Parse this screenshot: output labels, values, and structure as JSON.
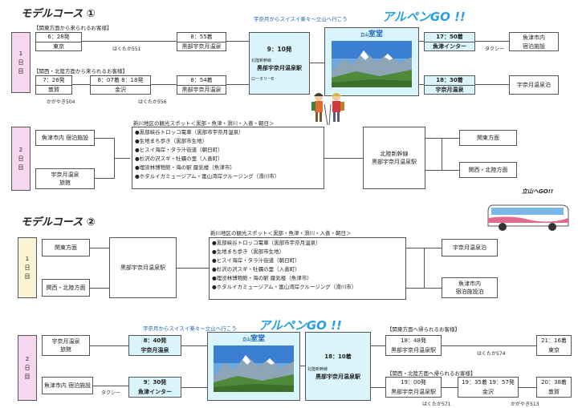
{
  "course1": {
    "title": "モデルコース ①",
    "alpen_lead": "宇奈月からスイスイ楽々〜立山へ行こう",
    "alpen_go": "アルペンGO !!",
    "day1": {
      "d1": "1",
      "d2": "日",
      "d3": "目"
    },
    "kanto_header": "【関東方面から来られるお客様】",
    "kanto_start_time": "6：28発",
    "kanto_start_place": "東京",
    "kanto_train": "はくたか551",
    "kanto_arr_time": "8：55着",
    "kanto_arr_place": "黒部宇奈月温泉",
    "kansai_header": "【関西・北陸方面から来られるお客様】",
    "kansai_start_time": "7：26発",
    "kansai_start_place": "敦賀",
    "kansai_mid_time": "8：07着 8：18発",
    "kansai_mid_place": "金沢",
    "kansai_train1": "かがやき504",
    "kansai_train2": "はくたか556",
    "kansai_arr_time": "8：54着",
    "kansai_arr_place": "黒部宇奈月温泉",
    "dep_time": "9：10発",
    "dep_small": "北陸新幹線",
    "dep_place": "黒部宇奈月温泉駅",
    "dep_note": "ロータリーE",
    "murodo_small": "立山",
    "murodo": "室堂",
    "arr1_time": "17：50着",
    "arr1_place": "魚津インター",
    "taxi": "タクシー",
    "dest1_a": "魚津市内",
    "dest1_b": "宿泊施設",
    "arr2_time": "18：30着",
    "arr2_place": "宇奈月温泉",
    "dest2": "宇奈月温泉泊",
    "day2": {
      "d1": "2",
      "d2": "日",
      "d3": "目"
    },
    "day2_from1": "魚津市内 宿泊施設",
    "day2_from2_a": "宇奈月温泉",
    "day2_from2_b": "旅館",
    "spots_header": "新川地区の観光スポット＜黒部・魚津・滑川・入善・朝日＞",
    "spots": [
      "●黒部峡谷トロッコ電車（黒部市宇奈月温泉）",
      "●生地まち歩き（黒部市生地）",
      "●ヒスイ海岸・タラ汁街道（朝日町）",
      "●杉沢の沢スギ・牡蠣の里（入善町）",
      "●埋没林博物館・海の駅 蜃気楼（魚津市）",
      "●ホタルイカミュージアム・富山湾岸クルージング（滑川市）"
    ],
    "station_a": "北陸新幹線",
    "station_b": "黒部宇奈月温泉駅",
    "to_kanto": "関東方面",
    "to_kansai": "関西・北陸方面"
  },
  "bus_banner": "立山へGO!!",
  "course2": {
    "title": "モデルコース ②",
    "day1": {
      "d1": "1",
      "d2": "日",
      "d3": "目"
    },
    "from_kanto": "関東方面",
    "from_kansai": "関西・北陸方面",
    "station": "黒部宇奈月温泉駅",
    "spots_header": "新川地区の観光スポット＜黒部・魚津・滑川・入善・朝日＞",
    "spots": [
      "●黒部峡谷トロッコ電車（黒部市宇奈月温泉）",
      "●生地まち歩き（黒部市生地）",
      "●ヒスイ海岸・タラ汁街道（朝日町）",
      "●杉沢の沢スギ・牡蠣の里（入善町）",
      "●埋没林博物館・海の駅 蜃気楼（魚津市）",
      "●ホタルイカミュージアム・富山湾岸クルージング（滑川市）"
    ],
    "stay1": "宇奈月温泉泊",
    "stay2_a": "魚津市内",
    "stay2_b": "宿泊施設泊",
    "alpen_lead": "宇奈月からスイスイ楽々〜立山へ行こう",
    "alpen_go": "アルペンGO !!",
    "day2": {
      "d1": "2",
      "d2": "日",
      "d3": "目"
    },
    "from1_a": "宇奈月温泉",
    "from1_b": "旅館",
    "from2": "魚津市内 宿泊施設",
    "taxi": "タクシー",
    "dep1_time": "8：40発",
    "dep1_place": "宇奈月温泉",
    "dep2_time": "9：30発",
    "dep2_place": "魚津インター",
    "murodo_small": "立山",
    "murodo": "室堂",
    "arr_time": "18：10着",
    "arr_small": "北陸新幹線",
    "arr_place": "黒部宇奈月温泉駅",
    "kanto_header": "【関東方面へ帰られるお客様】",
    "kanto_dep_time": "18：48発",
    "kanto_dep_place": "黒部宇奈月温泉駅",
    "kanto_train": "はくたか574",
    "kanto_arr_time": "21：16着",
    "kanto_arr_place": "東京",
    "kansai_header": "【関西・北陸方面へ帰られるお客様】",
    "kansai_dep_time": "19：00発",
    "kansai_dep_place": "黒部宇奈月温泉駅",
    "kansai_mid_time": "19：35着 19：57発",
    "kansai_mid_place": "金沢",
    "kansai_arr_time": "20：38着",
    "kansai_arr_place": "敦賀",
    "kansai_train1": "はくたか571",
    "kansai_train2": "かがやき513"
  }
}
